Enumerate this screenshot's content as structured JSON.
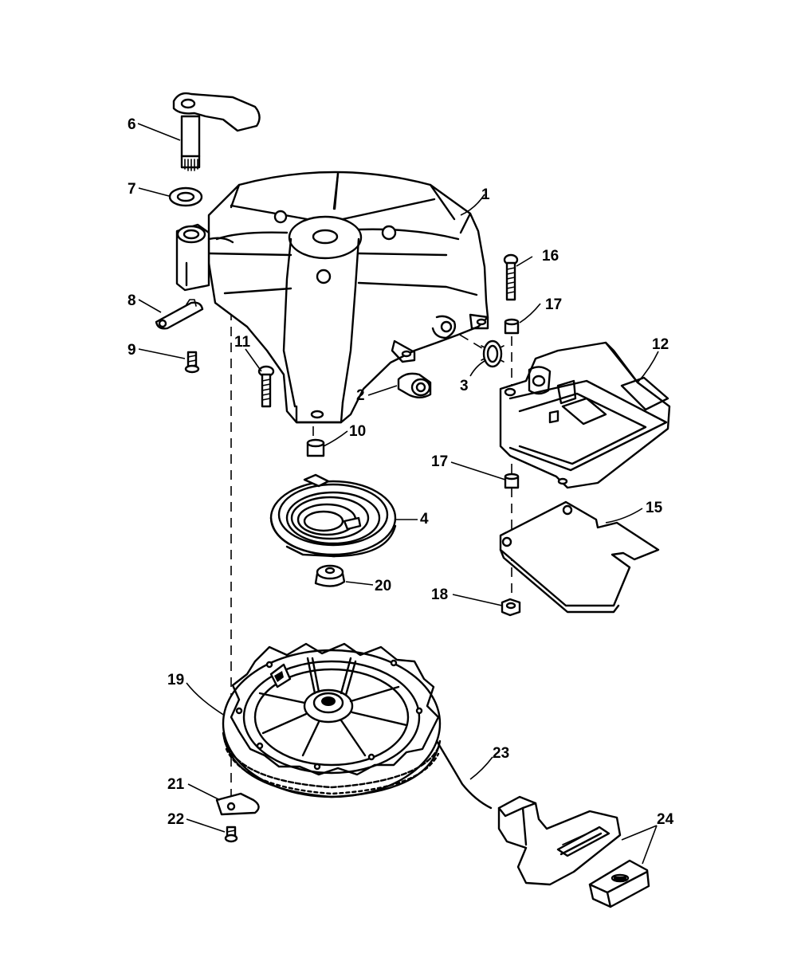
{
  "callouts": {
    "c1": "1",
    "c2": "2",
    "c3": "3",
    "c4": "4",
    "c6": "6",
    "c7": "7",
    "c8": "8",
    "c9": "9",
    "c10": "10",
    "c11": "11",
    "c12": "12",
    "c15": "15",
    "c16": "16",
    "c17a": "17",
    "c17b": "17",
    "c18": "18",
    "c19": "19",
    "c20": "20",
    "c21": "21",
    "c22": "22",
    "c23": "23",
    "c24": "24"
  }
}
